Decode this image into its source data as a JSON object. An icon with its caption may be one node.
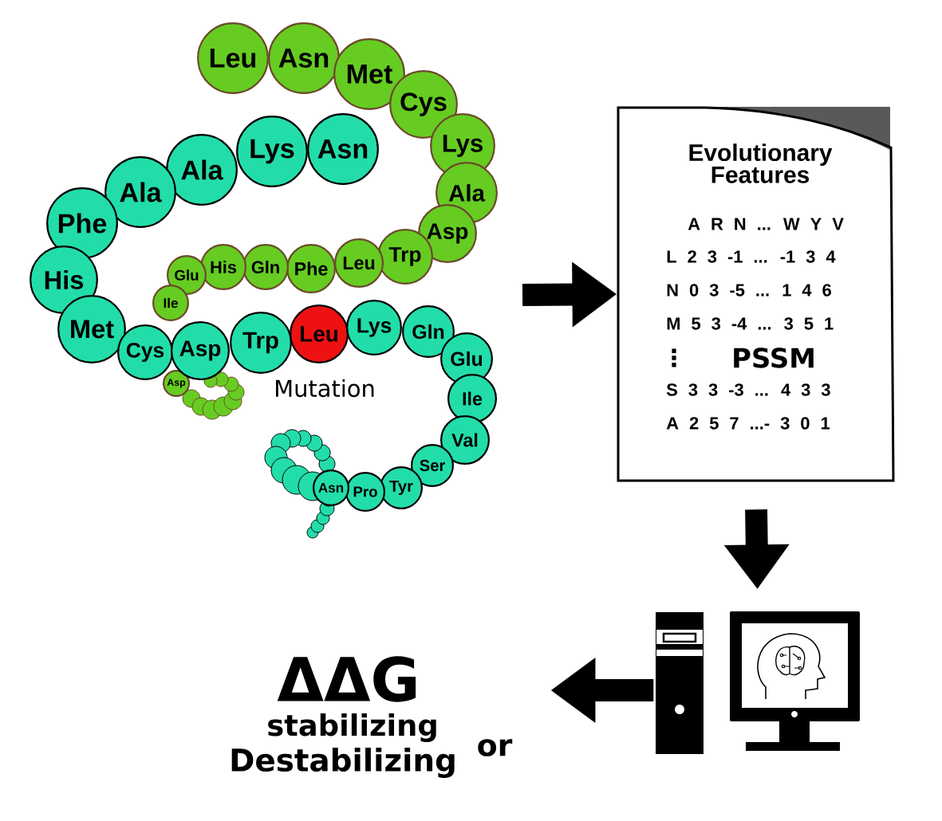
{
  "diagram": {
    "nodes": [
      {
        "text": [
          "Leu"
        ]
      },
      {
        "text": [
          "Asn"
        ]
      },
      {
        "text": [
          "Met"
        ]
      },
      {
        "text": [
          "Cys"
        ]
      },
      {
        "text": [
          "Lys"
        ]
      },
      {
        "text": [
          "Ala"
        ]
      },
      {
        "text": [
          "Asp"
        ]
      },
      {
        "text": [
          "Trp"
        ]
      },
      {
        "text": [
          "Leu"
        ]
      },
      {
        "text": [
          "Phe"
        ]
      },
      {
        "text": [
          "Gln"
        ]
      },
      {
        "text": [
          "His"
        ]
      },
      {
        "text": [
          "Glu"
        ]
      },
      {
        "text": [
          "Ile"
        ]
      },
      {
        "text": [
          "Asp"
        ]
      },
      {
        "text": [
          "Asn"
        ]
      },
      {
        "text": [
          "Lys"
        ]
      },
      {
        "text": [
          "Ala"
        ]
      },
      {
        "text": [
          "Ala"
        ]
      },
      {
        "text": [
          "Phe"
        ]
      },
      {
        "text": [
          "His"
        ]
      },
      {
        "text": [
          "Met"
        ]
      },
      {
        "text": [
          "Cys"
        ]
      },
      {
        "text": [
          "Asp"
        ]
      },
      {
        "text": [
          "Trp"
        ]
      },
      {
        "text": [
          "Leu"
        ],
        "beside": [
          "Mutation"
        ]
      },
      {
        "text": [
          "Lys"
        ]
      },
      {
        "text": [
          "Gln"
        ]
      },
      {
        "text": [
          "Glu"
        ]
      },
      {
        "text": [
          "Ile"
        ]
      },
      {
        "text": [
          "Val"
        ]
      },
      {
        "text": [
          "Ser"
        ]
      },
      {
        "text": [
          "Tyr"
        ]
      },
      {
        "text": [
          "Pro"
        ]
      },
      {
        "text": [
          "Asn"
        ]
      },
      {
        "text": [
          "Evolutionary Features",
          "A R N ... W Y V",
          "L 2 3 -1 ... -1 3 4",
          "N 0 3 -5 ... 1 4 6",
          "M 5 3 -4 ... 3 5 1",
          "⋮",
          "PSSM",
          "S 3 3 -3 ... 4 3 3",
          "A 2 5 7 ...- 3 0 1"
        ]
      },
      {
        "text": [],
        "shape": "picture"
      },
      {
        "text": [
          "ΔΔG",
          "stabilizing",
          "or",
          "Destabilizing"
        ]
      }
    ],
    "edges": [
      {
        "from": null,
        "to": 35,
        "arrow": "to"
      },
      {
        "from": 35,
        "to": 36,
        "arrow": "to"
      },
      {
        "from": 36,
        "to": 37,
        "arrow": "to"
      }
    ]
  }
}
